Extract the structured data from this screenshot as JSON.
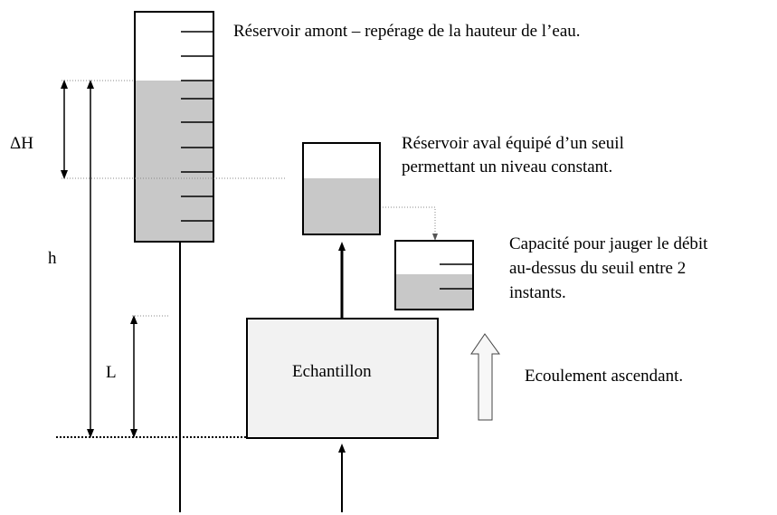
{
  "labels": {
    "upstream_reservoir": "Réservoir amont – repérage de la hauteur de l’eau.",
    "downstream_reservoir_line1": "Réservoir aval équipé d’un seuil",
    "downstream_reservoir_line2": "permettant un niveau constant.",
    "gauge_capacity_line1": "Capacité pour jauger le débit",
    "gauge_capacity_line2": "au-dessus du seuil entre 2",
    "gauge_capacity_line3": "instants.",
    "sample": "Echantillon",
    "flow": "Ecoulement ascendant.",
    "delta_h": "ΔH",
    "h": "h",
    "length": "L"
  },
  "colors": {
    "line": "#000000",
    "water": "#c8c8c8",
    "sample_fill": "#f2f2f2",
    "flow_arrow_fill": "#f7f7f7",
    "dotted_line": "#7a7a7a"
  },
  "icons": {
    "flow_arrow": "hollow-up-arrow-icon",
    "pipe_arrows": "filled-up-arrow-icon",
    "dimension_arrows": "double-headed-arrow-icon"
  }
}
